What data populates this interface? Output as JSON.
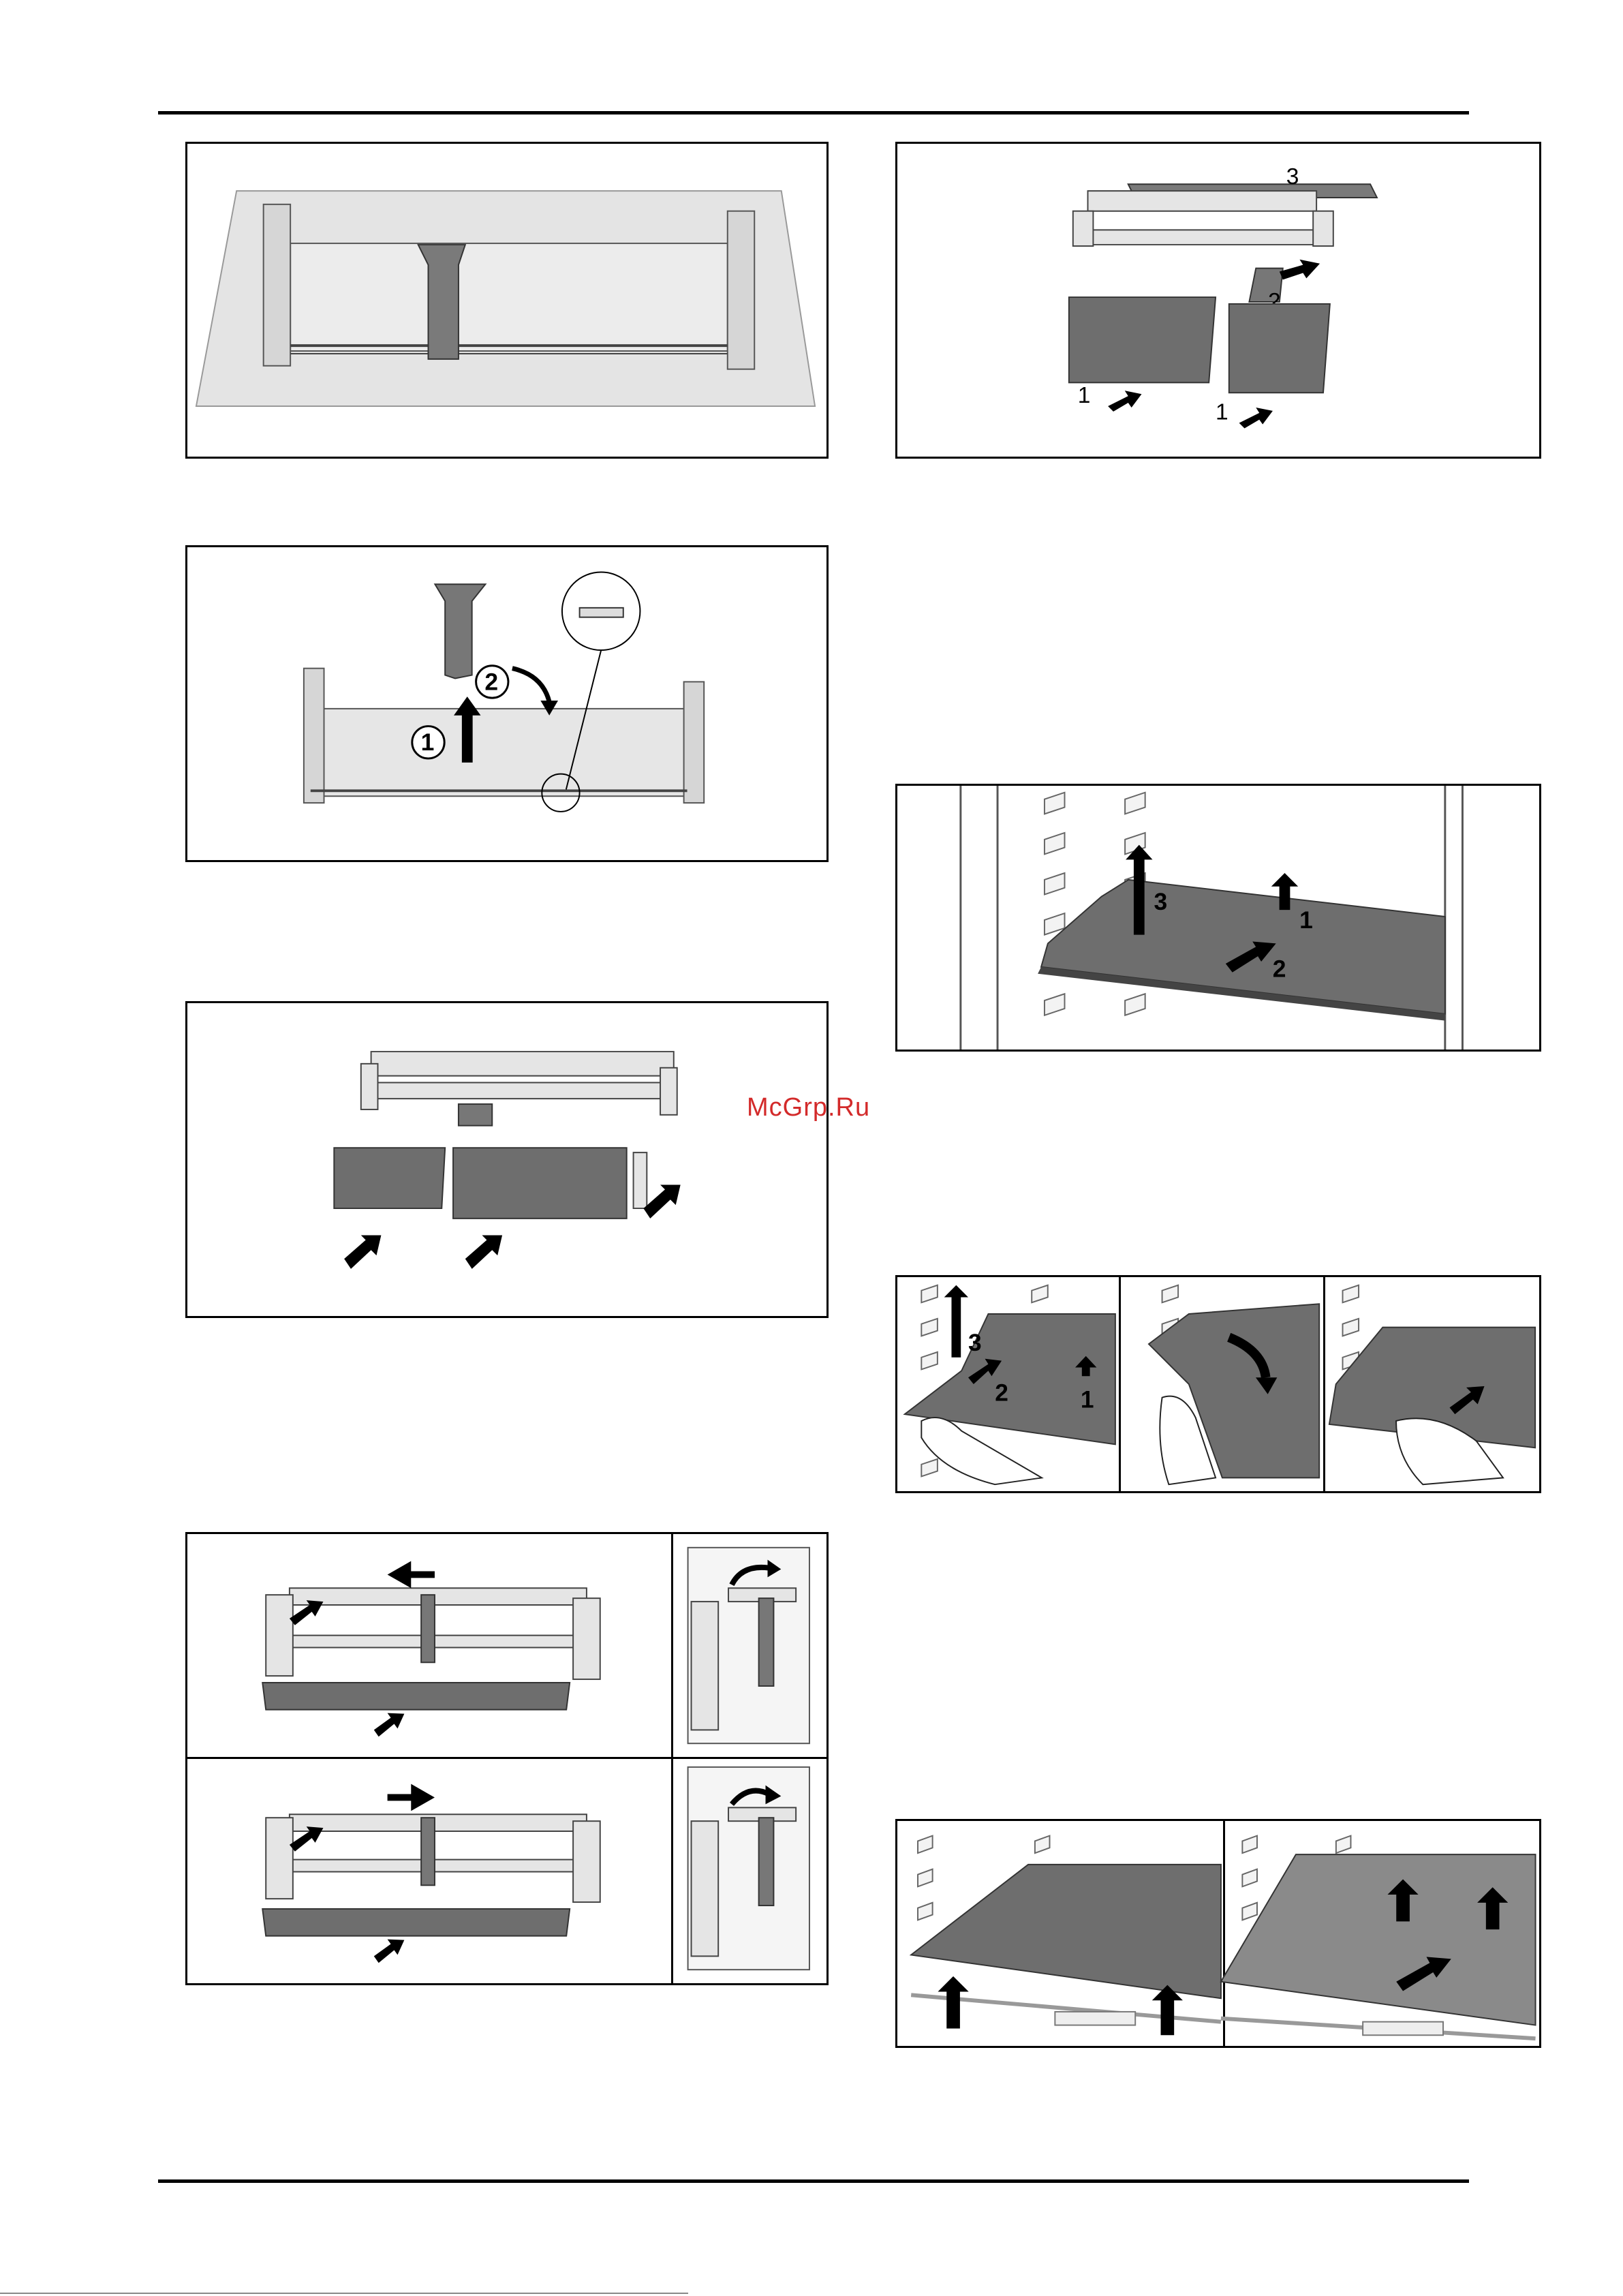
{
  "watermark": "McGrp.Ru",
  "figures": {
    "fig_shelf_frame_top": {
      "label": "3"
    },
    "fig_drawers": {
      "label_pull_left": "1",
      "label_pull_right": "1",
      "label_divider": "2"
    },
    "fig_divider_insert": {
      "step1": "1",
      "step2": "2"
    },
    "fig_glass_shelf": {
      "label_lift": "3",
      "label_up": "1",
      "label_pull": "2"
    },
    "fig_hands_shelf": {
      "label_lift": "3",
      "label_pull": "2",
      "label_up": "1"
    }
  },
  "colors": {
    "dark_gray": "#6b6b6b",
    "mid_gray": "#9a9a9a",
    "light_gray": "#d9d9d9",
    "line": "#000000",
    "watermark": "#d32a2a"
  }
}
